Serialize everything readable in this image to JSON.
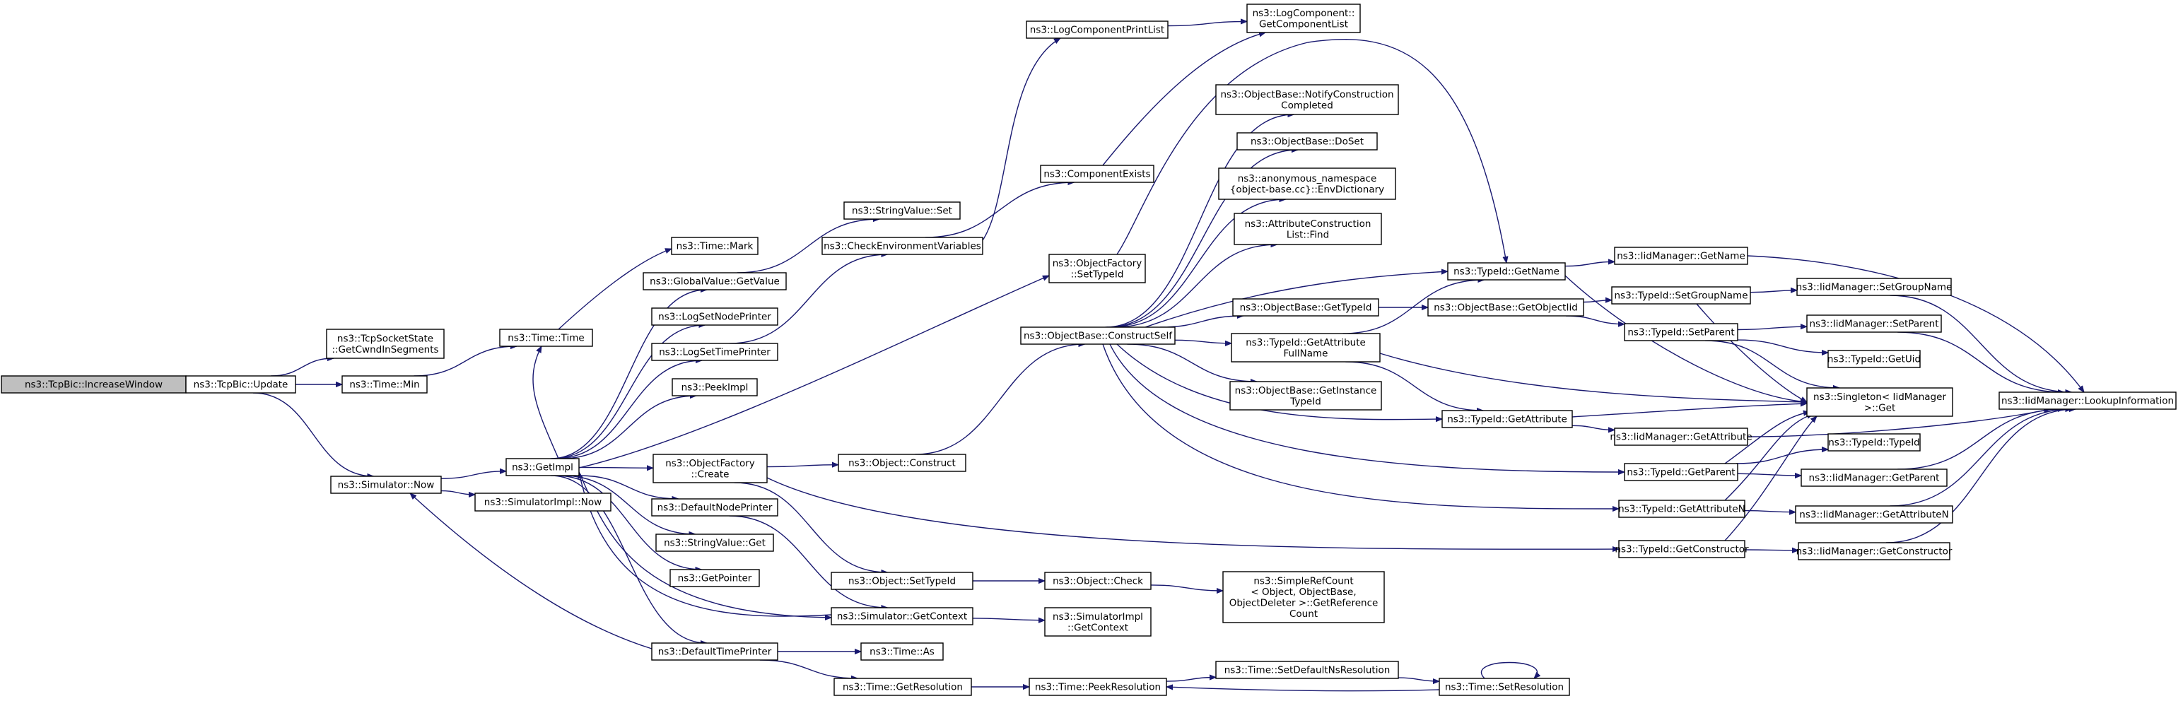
{
  "diagram": {
    "nodes": {
      "n_inc": "ns3::TcpBic::IncreaseWindow",
      "n_upd": "ns3::TcpBic::Update",
      "n_cwnd": "ns3::TcpSocketState\n::GetCwndInSegments",
      "n_tmin": "ns3::Time::Min",
      "n_ttime": "ns3::Time::Time",
      "n_tmark": "ns3::Time::Mark",
      "n_snow": "ns3::Simulator::Now",
      "n_simnow": "ns3::SimulatorImpl::Now",
      "n_getimpl": "ns3::GetImpl",
      "n_gvget": "ns3::GlobalValue::GetValue",
      "n_lsnp": "ns3::LogSetNodePrinter",
      "n_lstp": "ns3::LogSetTimePrinter",
      "n_peek": "ns3::PeekImpl",
      "n_ofc": "ns3::ObjectFactory\n::Create",
      "n_dnp": "ns3::DefaultNodePrinter",
      "n_svget": "ns3::StringValue::Get",
      "n_getptr": "ns3::GetPointer",
      "n_dtp": "ns3::DefaultTimePrinter",
      "n_svset": "ns3::StringValue::Set",
      "n_cev": "ns3::CheckEnvironmentVariables",
      "n_lcpl": "ns3::LogComponentPrintList",
      "n_ce": "ns3::ComponentExists",
      "n_lcgcl": "ns3::LogComponent::\nGetComponentList",
      "n_ofst": "ns3::ObjectFactory\n::SetTypeId",
      "n_obcs": "ns3::ObjectBase::ConstructSelf",
      "n_objc": "ns3::Object::Construct",
      "n_objst": "ns3::Object::SetTypeId",
      "n_sgc": "ns3::Simulator::GetContext",
      "n_sigc": "ns3::SimulatorImpl\n::GetContext",
      "n_objchk": "ns3::Object::Check",
      "n_tas": "ns3::Time::As",
      "n_tgr": "ns3::Time::GetResolution",
      "n_tpr": "ns3::Time::PeekResolution",
      "n_tsdnr": "ns3::Time::SetDefaultNsResolution",
      "n_tsr": "ns3::Time::SetResolution",
      "n_srcgr": "ns3::SimpleRefCount\n< Object, ObjectBase,\nObjectDeleter >::GetReference\nCount",
      "n_obnc": "ns3::ObjectBase::NotifyConstruction\nCompleted",
      "n_obdoset": "ns3::ObjectBase::DoSet",
      "n_anon": "ns3::anonymous_namespace\n{object-base.cc}::EnvDictionary",
      "n_acf": "ns3::AttributeConstruction\nList::Find",
      "n_obgti": "ns3::ObjectBase::GetTypeId",
      "n_tgafn": "ns3::TypeId::GetAttribute\nFullName",
      "n_obgiti": "ns3::ObjectBase::GetInstance\nTypeId",
      "n_tgn": "ns3::TypeId::GetName",
      "n_obgoi": "ns3::ObjectBase::GetObjectIid",
      "n_tga": "ns3::TypeId::GetAttribute",
      "n_tgp": "ns3::TypeId::GetParent",
      "n_tgan": "ns3::TypeId::GetAttributeN",
      "n_tgc": "ns3::TypeId::GetConstructor",
      "n_imgn": "ns3::IidManager::GetName",
      "n_tsgn": "ns3::TypeId::SetGroupName",
      "n_tsp": "ns3::TypeId::SetParent",
      "n_imga": "ns3::IidManager::GetAttribute",
      "n_imsgn": "ns3::IidManager::SetGroupName",
      "n_imsp": "ns3::IidManager::SetParent",
      "n_tgu": "ns3::TypeId::GetUid",
      "n_sing": "ns3::Singleton< IidManager\n>::Get",
      "n_ttid": "ns3::TypeId::TypeId",
      "n_imgp": "ns3::IidManager::GetParent",
      "n_imgan": "ns3::IidManager::GetAttributeN",
      "n_imgc": "ns3::IidManager::GetConstructor",
      "n_imli": "ns3::IidManager::LookupInformation"
    },
    "colors": {
      "edge": "#191970",
      "node_border": "#000000",
      "node_fill": "#ffffff",
      "root_fill": "#bfbfbf"
    }
  }
}
